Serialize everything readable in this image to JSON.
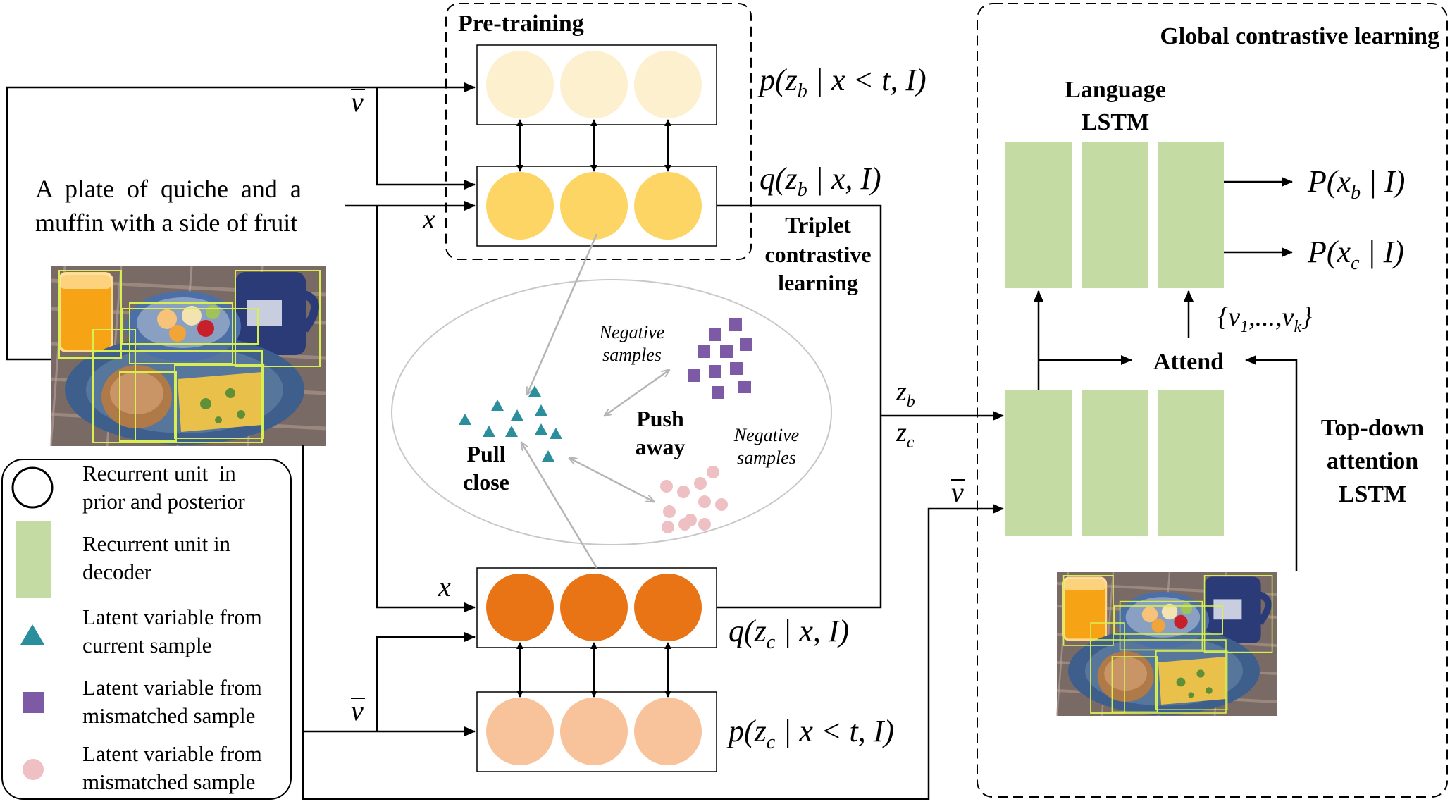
{
  "sections": {
    "pretraining_title": "Pre-training",
    "global_title": "Global contrastive learning",
    "language_lstm_line1": "Language",
    "language_lstm_line2": "LSTM",
    "topdown_line1": "Top-down",
    "topdown_line2": "attention",
    "topdown_line3": "LSTM",
    "triplet_line1": "Triplet",
    "triplet_line2": "contrastive",
    "triplet_line3": "learning",
    "attend": "Attend"
  },
  "caption": {
    "line1": "A  plate  of  quiche  and  a",
    "line2": "muffin with a side of fruit"
  },
  "math": {
    "p_zb": "p(z_b | x < t, I)",
    "q_zb": "q(z_b | x, I)",
    "q_zc": "q(z_c | x, I)",
    "p_zc": "p(z_c | x < t, I)",
    "P_xb": "P(x_b | I)",
    "P_xc": "P(x_c | I)",
    "v_set": "{v_1,...,v_k}",
    "v_bar": "v̄",
    "x": "x",
    "z_b": "z_b",
    "z_c": "z_c"
  },
  "latent_space": {
    "negative_samples_1": [
      "Negative",
      "samples"
    ],
    "negative_samples_2": [
      "Negative",
      "samples"
    ],
    "push_away": [
      "Push",
      "away"
    ],
    "pull_close": [
      "Pull",
      "close"
    ]
  },
  "legend": [
    {
      "symbol": "circle",
      "line1": "Recurrent unit  in",
      "line2": "prior and posterior"
    },
    {
      "symbol": "rect",
      "line1": "Recurrent unit in",
      "line2": "decoder"
    },
    {
      "symbol": "triangle",
      "line1": "Latent variable from",
      "line2": "current sample"
    },
    {
      "symbol": "square",
      "line1": "Latent variable from",
      "line2": "mismatched sample"
    },
    {
      "symbol": "dot",
      "line1": "Latent variable from",
      "line2": "mismatched sample"
    }
  ],
  "colors": {
    "prior_b": "#fdf0cf",
    "posterior_b": "#fdd564",
    "posterior_c": "#e97415",
    "prior_c": "#f8c39a",
    "decoder": "#c5dba4",
    "triangle": "#2a8e9c",
    "square": "#7d5aa6",
    "dot": "#eec0c4",
    "image_box": "#d8ef52"
  }
}
